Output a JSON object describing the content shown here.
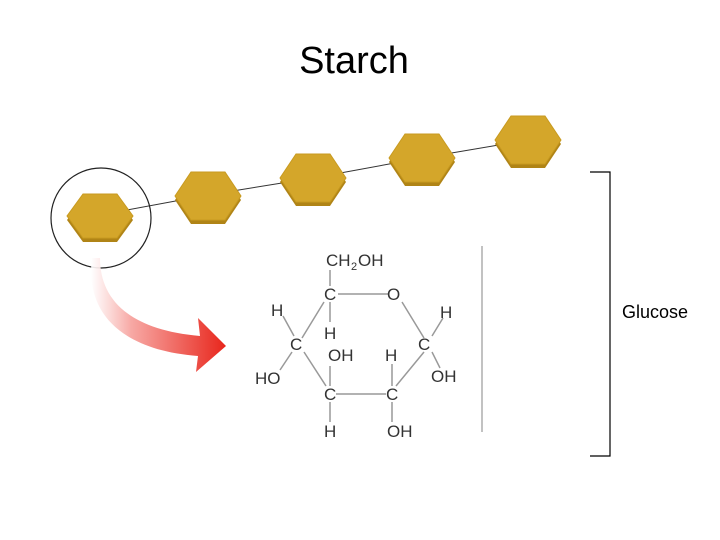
{
  "title": "Starch",
  "label": "Glucose",
  "colors": {
    "hexagon_fill": "#d4a62a",
    "hexagon_edge": "#b08416",
    "arrow": "#e8261c",
    "bond_line": "#999999",
    "bracket": "#000000"
  },
  "structure": {
    "substituent_ch2oh": "CH2OH",
    "ring_carbon": "C",
    "ring_oxygen": "O",
    "hydrogen": "H",
    "hydroxyl_oh": "OH",
    "hydroxyl_ho": "HO"
  }
}
